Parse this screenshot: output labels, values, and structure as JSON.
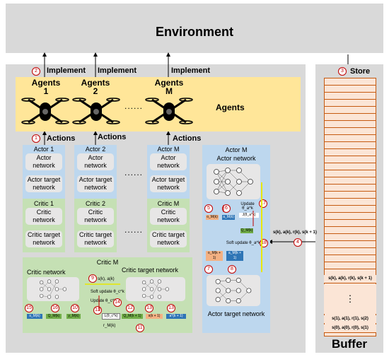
{
  "environment": {
    "label": "Environment"
  },
  "implement": {
    "num": "2",
    "labels": [
      "Implement",
      "Implement",
      "Implement"
    ]
  },
  "agents": {
    "names": [
      "Agents\n1",
      "Agents\n2",
      "Agents\nM"
    ],
    "dots": "......",
    "band_label": "Agents"
  },
  "actions": {
    "num": "1",
    "labels": [
      "Actions",
      "Actions",
      "Actions"
    ]
  },
  "actor_cols": [
    {
      "actor": "Actor 1",
      "actor_net": "Actor network",
      "actor_target": "Actor target network",
      "critic": "Critic 1",
      "critic_net": "Critic network",
      "critic_target": "Critic target network"
    },
    {
      "actor": "Actor 2",
      "actor_net": "Actor network",
      "actor_target": "Actor target network",
      "critic": "Critic 2",
      "critic_net": "Critic network",
      "critic_target": "Critic target network"
    },
    {
      "actor": "Actor M",
      "actor_net": "Actor network",
      "actor_target": "Actor target network",
      "critic": "Critic M",
      "critic_net": "Critic network",
      "critic_target": "Critic target network"
    }
  ],
  "col_dots": [
    "......",
    "......"
  ],
  "actor_detail": {
    "title": "Actor M",
    "net": "Actor network",
    "target": "Actor target network",
    "update": "Update θ_a^k",
    "J": "J(θ_a^k)",
    "soft": "Soft update θ_a^k",
    "o_k": "o_M(k)",
    "s_k": "s_M(k)",
    "a_k": "a_M(k)",
    "o_k1": "o_M(k + 1)",
    "a_k1": "a_M(k + 1)",
    "q": "Q_M(k)",
    "nums": [
      "5",
      "6",
      "17",
      "18",
      "7",
      "8"
    ]
  },
  "critic_detail": {
    "title": "Critic M",
    "net": "Critic network",
    "target": "Critic target network",
    "sar": "s(k), a(k)",
    "soft": "Soft update θ_c^k",
    "update": "Update θ_c^k",
    "loss": "L(θ_c^k)",
    "r": "r_M(k)",
    "items": [
      "s_M(k)",
      "Q_M(k)",
      "y_M(k)",
      "Q_M(k + 1)",
      "s(k + 1)",
      "a*(k + 1)"
    ],
    "nums": [
      "9",
      "10",
      "11",
      "12",
      "13",
      "14",
      "15",
      "16",
      "13",
      "13"
    ]
  },
  "link": {
    "num": "4",
    "tuple": "s(k), a(k), r(k), s(k + 1)"
  },
  "buffer": {
    "label": "Buffer",
    "store": "Store",
    "store_num": "3",
    "row_top": "s(k), a(k), r(k), s(k + 1)",
    "dots": "⋮",
    "rows": [
      "s(1), a(1), r(1), s(2)",
      "s(0), a(0), r(0), s(1)"
    ]
  }
}
